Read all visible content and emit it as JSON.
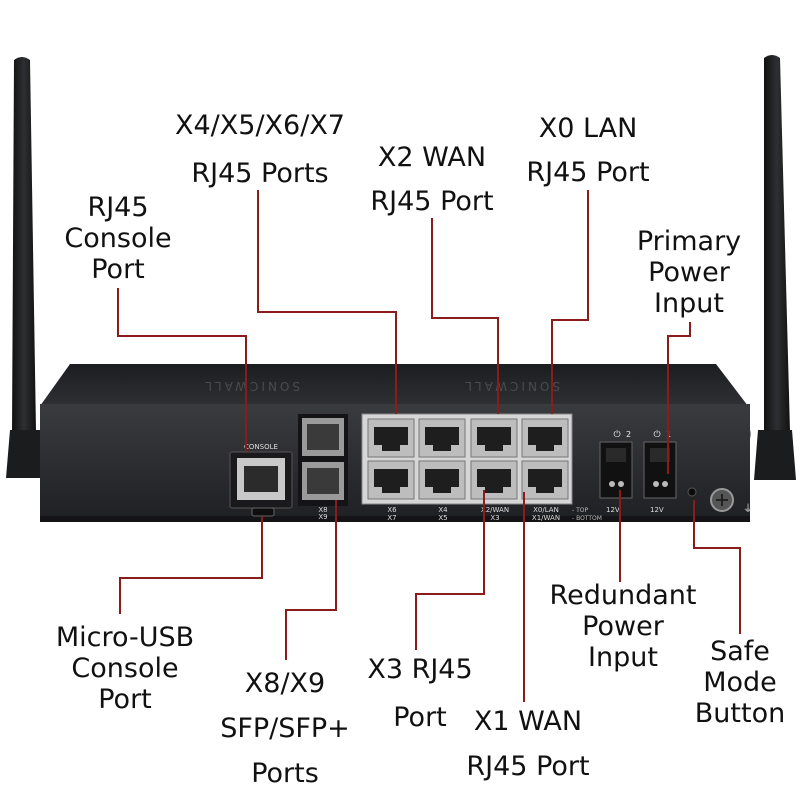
{
  "labels": {
    "x4_x7": {
      "line1": "X4/X5/X6/X7",
      "line2": "RJ45 Ports"
    },
    "x2_wan": {
      "line1": "X2 WAN",
      "line2": "RJ45 Port"
    },
    "x0_lan": {
      "line1": "X0 LAN",
      "line2": "RJ45 Port"
    },
    "console": {
      "line1": "RJ45",
      "line2": "Console",
      "line3": "Port"
    },
    "primary_power": {
      "line1": "Primary",
      "line2": "Power",
      "line3": "Input"
    },
    "micro_usb": {
      "line1": "Micro-USB",
      "line2": "Console",
      "line3": "Port"
    },
    "sfp": {
      "line1": "X8/X9",
      "line2": "SFP/SFP+",
      "line3": "Ports"
    },
    "x3": {
      "line1": "X3 RJ45",
      "line2": "Port"
    },
    "x1_wan": {
      "line1": "X1 WAN",
      "line2": "RJ45 Port"
    },
    "redundant_power": {
      "line1": "Redundant",
      "line2": "Power",
      "line3": "Input"
    },
    "safe_mode": {
      "line1": "Safe",
      "line2": "Mode",
      "line3": "Button"
    }
  },
  "device": {
    "brand": "SONICWALL",
    "console_text": "CONSOLE",
    "sfp_text_top": "X8",
    "sfp_text_bottom": "X9",
    "port_labels": [
      {
        "top": "X6",
        "bottom": "X7"
      },
      {
        "top": "X4",
        "bottom": "X5"
      },
      {
        "top": "X2/WAN",
        "bottom": "X3"
      },
      {
        "top": "X0/LAN",
        "bottom": "X1/WAN"
      }
    ],
    "top_bottom_text_1": "- TOP",
    "top_bottom_text_2": "- BOTTOM",
    "power2_label": "2",
    "power1_label": "1",
    "volt_label": "12V"
  },
  "colors": {
    "leader": "#8b1c1c",
    "chassis": "#2a2b2e",
    "antenna": "#1b1c1e"
  }
}
